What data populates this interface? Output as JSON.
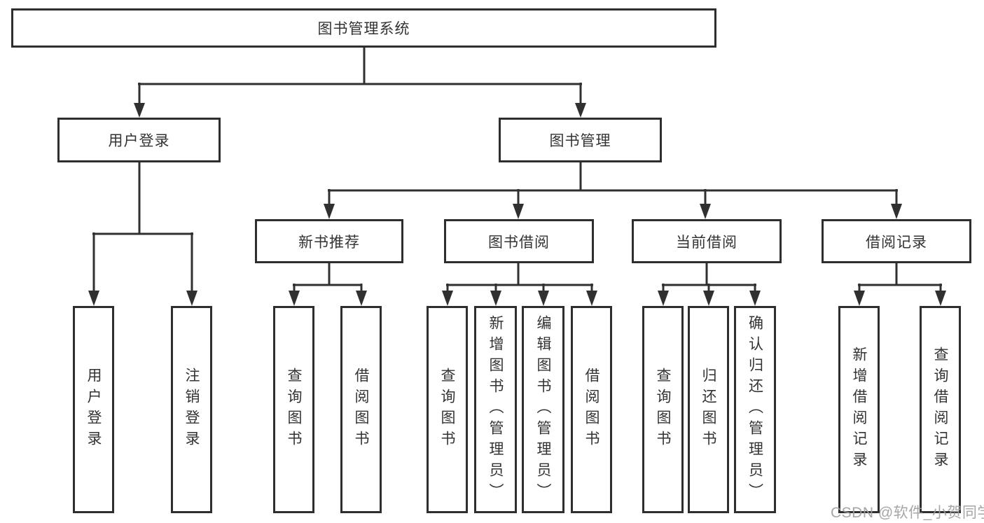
{
  "diagram_title": "图书管理系统",
  "tree": {
    "root": {
      "label": "图书管理系统"
    },
    "level2": {
      "user_login": {
        "label": "用户登录"
      },
      "book_management": {
        "label": "图书管理"
      }
    },
    "level3": {
      "new_book_recommend": {
        "label": "新书推荐"
      },
      "book_borrow": {
        "label": "图书借阅"
      },
      "current_borrow": {
        "label": "当前借阅"
      },
      "borrow_records": {
        "label": "借阅记录"
      }
    },
    "leaves": {
      "user_login": [
        "用户登录",
        "注销登录"
      ],
      "new_book_recommend": [
        "查询图书",
        "借阅图书"
      ],
      "book_borrow": [
        "查询图书",
        "新增图书（管理员）",
        "编辑图书（管理员）",
        "借阅图书"
      ],
      "current_borrow": [
        "查询图书",
        "归还图书",
        "确认归还（管理员）"
      ],
      "borrow_records": [
        "新增借阅记录",
        "查询借阅记录"
      ]
    }
  },
  "watermark": "CSDN @软件_小贺同学",
  "colors": {
    "line": "#303030",
    "border": "#2e2e2e",
    "text": "#333333",
    "background": "#ffffff",
    "watermark": "#9e9e9e"
  }
}
